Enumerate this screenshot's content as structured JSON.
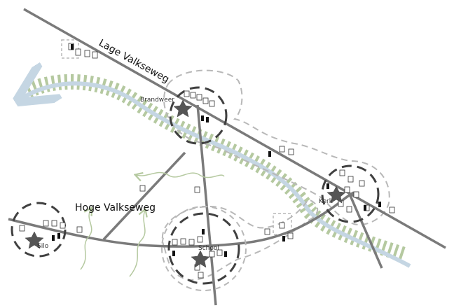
{
  "map": {
    "roads": {
      "lage": "Lage Valkseweg",
      "hoge": "Hoge Valkseweg"
    },
    "places": {
      "brandweer": "Brandweer",
      "kerk": "Kerk",
      "school": "School",
      "silo": "Silo"
    },
    "colors": {
      "road": "#7a7a7a",
      "river": "#c5d6e3",
      "vegetation": "#b5c9a0",
      "boundary_dark": "#404040",
      "boundary_light": "#b8b8b8",
      "star": "#555555",
      "building_black": "#111111"
    }
  }
}
